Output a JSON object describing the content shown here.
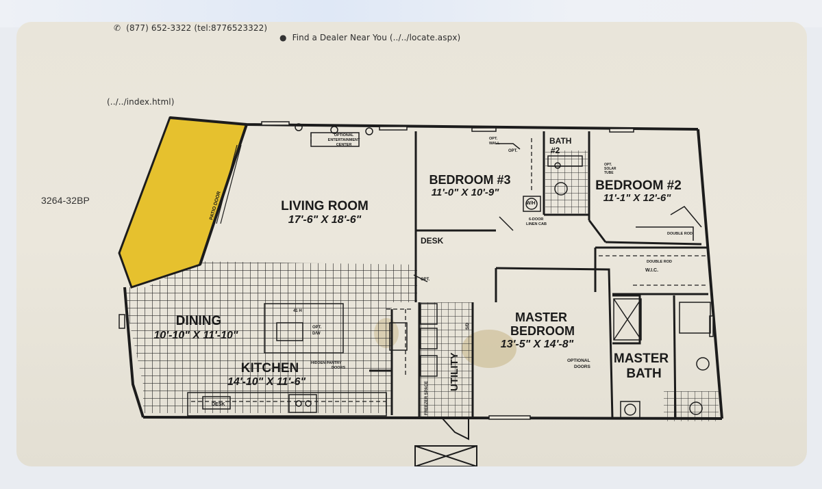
{
  "header": {
    "phone": "(877) 652-3322 (tel:8776523322)",
    "dealer": "Find a Dealer Near You (../../locate.aspx)",
    "index_link": "(../../index.html)",
    "model": "3264-32BP",
    "phone_icon": "phone-icon",
    "pin_icon": "map-pin-icon"
  },
  "plan": {
    "rooms": {
      "living": {
        "name": "LIVING ROOM",
        "dims": "17'-6\" X 18'-6\""
      },
      "bed3": {
        "name": "BEDROOM #3",
        "dims": "11'-0\" X 10'-9\""
      },
      "bed2": {
        "name": "BEDROOM #2",
        "dims": "11'-1\" X 12'-6\""
      },
      "bath2": {
        "name": "BATH",
        "num": "#2"
      },
      "dining": {
        "name": "DINING",
        "dims": "10'-10\" X 11'-10\""
      },
      "kitchen": {
        "name": "KITCHEN",
        "dims": "14'-10\" X 11'-6\""
      },
      "master": {
        "name1": "MASTER",
        "name2": "BEDROOM",
        "dims": "13'-5\" X 14'-8\""
      },
      "mbath": {
        "name1": "MASTER",
        "name2": "BATH"
      },
      "utility": "UTILITY"
    },
    "notes": {
      "entertainment": [
        "OPTIONAL",
        "ENTERTAINMENT",
        "CENTER"
      ],
      "patio": "PATIO DOOR",
      "desk": "DESK",
      "desk2": "DESK",
      "wh": "W/H",
      "linen": [
        "6-DOOR",
        "LINEN CAB"
      ],
      "opt_wall": [
        "OPT.",
        "WALL"
      ],
      "opt": "OPT.",
      "opt2": "OPT.",
      "solar": [
        "OPT.",
        "SOLAR",
        "TUBE"
      ],
      "double_rod": "DOUBLE ROD",
      "double_rod2": "DOUBLE ROD",
      "wic": "W.I.C.",
      "optional_doors": [
        "OPTIONAL",
        "DOORS"
      ],
      "hidden_pantry": [
        "HIDDEN PANTRY",
        "DOORS"
      ],
      "opt_dw": [
        "OPT.",
        "D/W"
      ],
      "island": "41 H",
      "freezer": "FREEZER SPACE",
      "sd": "S/D"
    },
    "colors": {
      "highlight": "#e6c12e",
      "line": "#1c1c1c",
      "paper": "#ebe7dc"
    }
  }
}
